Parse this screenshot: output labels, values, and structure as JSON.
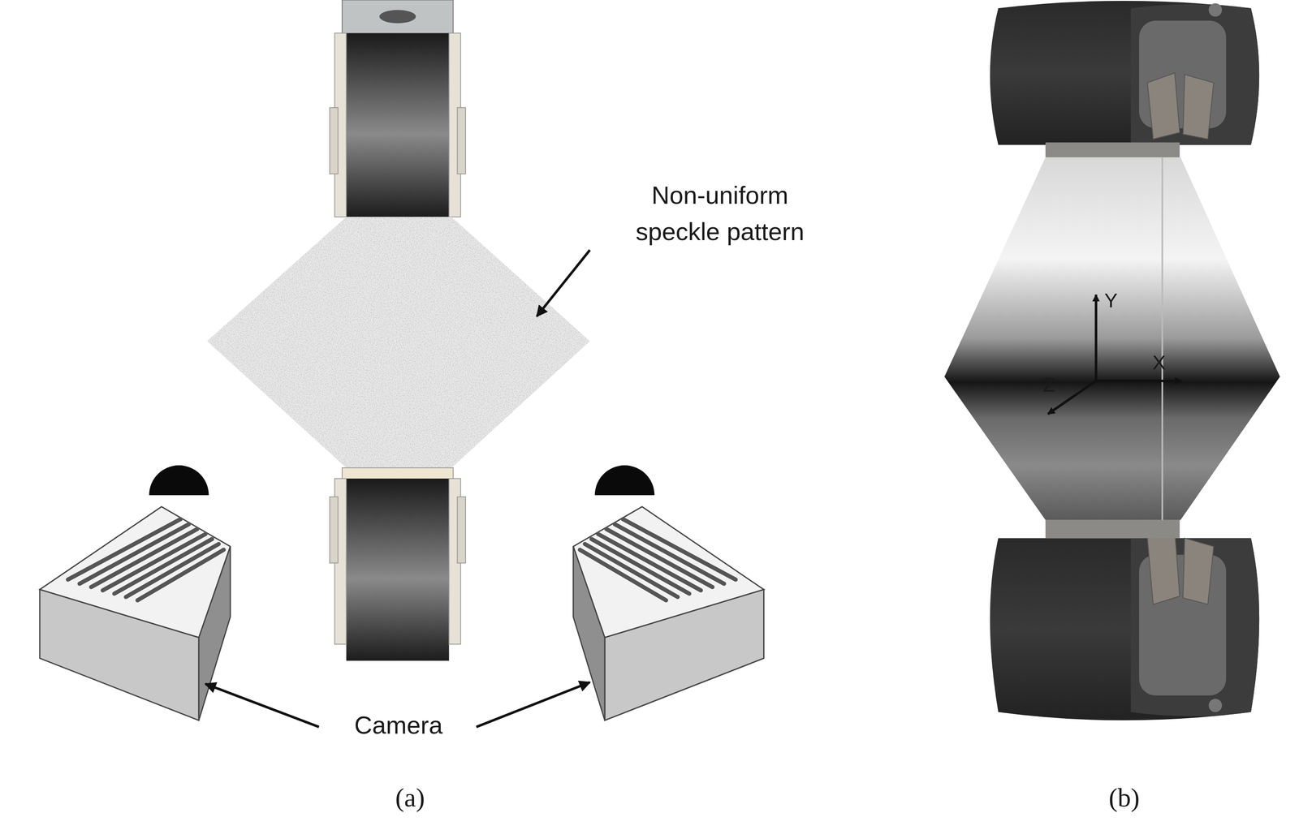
{
  "diagram": {
    "labels": [
      "Non-uniform speckle pattern",
      "Camera",
      "(a)",
      "(b)",
      "Y",
      "X",
      "Z"
    ]
  }
}
